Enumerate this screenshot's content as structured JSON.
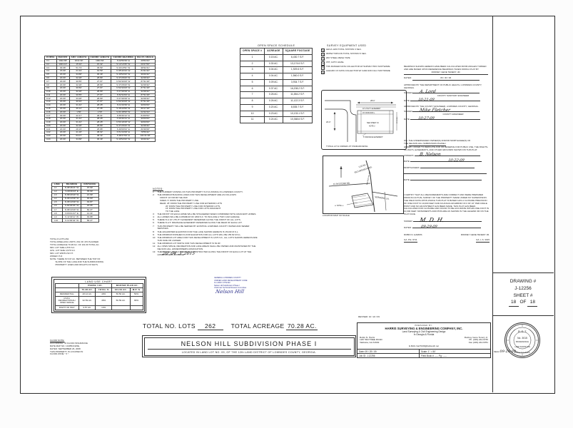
{
  "document": {
    "title": "NELSON HILL SUBDIVISION PHASE I",
    "subtitle": "LOCATED IN LAND LOT NO. 09, OF THE 12th LAND DISTRICT OF LOWNDES COUNTY, GEORGIA.",
    "total_lots_label": "TOTAL NO. LOTS",
    "total_lots_value": "262",
    "total_acreage_label": "TOTAL ACREAGE",
    "total_acreage_value": "70.28 AC."
  },
  "curve_table": {
    "headers": [
      "CURVE",
      "RADIUS",
      "ARC LENGTH",
      "CHORD LENGTH",
      "CHORD BEARING",
      "DELTA ANGLE"
    ],
    "rows": [
      [
        "C1",
        "1942.86'",
        "1014.30'",
        "1002.82'",
        "S 02'59'39\" E",
        "29'54'44\""
      ],
      [
        "C2",
        "1943.10'",
        "15.32'",
        "15.32'",
        "S 12'12'06\" W",
        "00'27'06\""
      ],
      [
        "C3",
        "30.08'",
        "51.73'",
        "45.59'",
        "S 34'13'51\" W",
        "98'32'41\""
      ],
      [
        "C4",
        "15.00'",
        "21.34'",
        "19.59'",
        "N 45'44'34\" W",
        "81'31'42\""
      ],
      [
        "C5",
        "20.00'",
        "34.68'",
        "30.49'",
        "S 40'52'00\" W",
        "99'20'42\""
      ],
      [
        "C6",
        "20.00'",
        "32.28'",
        "28.89'",
        "S 37'26'00\" W",
        "92'28'42\""
      ],
      [
        "C7",
        "20.00'",
        "30.55'",
        "27.67'",
        "N 52'34'00\" W",
        "87'31'18\""
      ],
      [
        "C8",
        "20.00'",
        "32.28'",
        "28.89'",
        "S 37'26'00\" W",
        "92'28'42\""
      ],
      [
        "C9",
        "20.00'",
        "30.50'",
        "27.67'",
        "N 52'34'00\" W",
        "87'31'18\""
      ],
      [
        "C10",
        "20.00'",
        "32.28'",
        "28.89'",
        "N 37'26'00\" E",
        "92'28'42\""
      ],
      [
        "C11",
        "20.00'",
        "30.55'",
        "27.67'",
        "S 52'34'00\" E",
        "87'31'18\""
      ],
      [
        "C12",
        "20.00'",
        "33.28'",
        "28.89'",
        "N 37'26'00\" E",
        "92'28'42\""
      ],
      [
        "C13",
        "20.00'",
        "30.93'",
        "27.67'",
        "N 52'34'00\" W",
        "87'31'18\""
      ],
      [
        "C14",
        "20.00'",
        "31.42'",
        "28.28'",
        "S 01'19'39\" E",
        "90'00'00\""
      ],
      [
        "C15",
        "20.00'",
        "30.12'",
        "27.35'",
        "S 36'44'59\" W",
        "86'17'18\""
      ],
      [
        "C16",
        "20.00'",
        "1.50'",
        "1.50'",
        "S 81'48'59\" W",
        "02'42'44\""
      ],
      [
        "C17",
        "30.00'",
        "42.47'",
        "38.01'",
        "S 55'46'12\" E",
        "81'06'53\""
      ],
      [
        "C18",
        "20.00'",
        "31.42'",
        "28.28'",
        "N 36'40'21\" E",
        "90'00'00\""
      ],
      [
        "C19",
        "20.00'",
        "31.42'",
        "28.28'",
        "N 54'19'39\" W",
        "90'00'00\""
      ],
      [
        "C20",
        "20.00'",
        "32.28'",
        "28.89'",
        "S 37'26'00\" W",
        "92'28'42\""
      ],
      [
        "C21",
        "20.00'",
        "28.15'",
        "25.88'",
        "S 48'08'00\" E",
        "80'38'08\""
      ],
      [
        "C22",
        "20.00'",
        "41.18'",
        "38.02'",
        "N 51'13'00\" E",
        "78'56'42\""
      ],
      [
        "C23",
        "20.00'",
        "53.07'",
        "48.42'",
        "S 38'47'00\" E",
        "101'21'18\""
      ],
      [
        "C24",
        "20.00'",
        "34.68'",
        "30.49'",
        "S 40'52'00\" W",
        "99'20'42\""
      ]
    ]
  },
  "line_table": {
    "headers": [
      "LINE",
      "BEARING",
      "DISTANCE"
    ],
    "rows": [
      [
        "L1",
        "N 08'46'21\" W",
        "15.99'"
      ],
      [
        "L2",
        "S 08'30'43\" E",
        "35.99'"
      ],
      [
        "L3",
        "N 89'29'40\" W",
        "21.99'"
      ],
      [
        "L4",
        "N 06'19'39\" W",
        "46.90'"
      ],
      [
        "L5",
        "N 06'19'39\" W",
        "49.87'"
      ],
      [
        "L6",
        "S 84'04'03\" W",
        "18.06'"
      ],
      [
        "L7",
        "N 06'19'40\" W",
        "60.27'"
      ],
      [
        "L8",
        "N 83'41'47\" E",
        "14.34'"
      ],
      [
        "L9",
        "S 11'34'11\" W",
        "49.88'"
      ],
      [
        "L10",
        "S 11'36'34\" W",
        "58.27'"
      ]
    ]
  },
  "stats": {
    "lines": [
      "TOTAL # LOTS 262",
      "TOTAL DWELLING UNITS: 261 OF 470 PLANNED",
      "TOTAL ACREAGE 70.28 AC. OF 101.09 TOTAL AC.",
      "MIN. LOT SIZE 4,576 S.F.",
      "AVG. LOT SIZE 4,576 S.F.",
      "MIN. LOT WIDTH 52 FT.",
      "ZONED: P-D",
      "NOTE: THERE IS 5.97 AC. BETWEEN THE TOP OF",
      "         SLOPE OF THE LAKE AND THE SURROUNDING",
      "         PROPERTY LINES AND RIGHTS OF WAYS."
    ]
  },
  "land_use": {
    "title": "LAND USE CHART",
    "group_headers": [
      "",
      "PHASE I AC.",
      "MASTER PLAN AC."
    ],
    "sub_headers": [
      "",
      "70.28 AC.",
      "TOTAL %",
      "101.09 AC.",
      "M.P. %"
    ],
    "rows": [
      [
        "RESIDENTIAL",
        "28.12 AC.",
        "40%",
        "50.50 AC.",
        "50%"
      ],
      [
        "CIVIC/\nRECREATIONAL/\nOPEN SPACE",
        "32.59 AC.",
        "46%",
        "50.59 AC.",
        "83%"
      ],
      [
        "RIGHT OF WAY",
        "9.57 AC.",
        "14%",
        "",
        ""
      ]
    ]
  },
  "open_space": {
    "title": "OPEN SPACE SCHEDULE",
    "headers": [
      "OPEN SPACE #",
      "ACREAGE",
      "SQUARE FOOTAGE"
    ],
    "rows": [
      [
        "1",
        "0.15 AC.",
        "6,430.7 S.F."
      ],
      [
        "2",
        "0.30 AC.",
        "13,174.6 S.F."
      ],
      [
        "3",
        "0.04 AC.",
        "1,929.6 S.F."
      ],
      [
        "4",
        "0.04 AC.",
        "1,560.0 S.F."
      ],
      [
        "5",
        "0.09 AC.",
        "3,934.7 S.F."
      ],
      [
        "6",
        "0.37 AC.",
        "16,208.2 S.F."
      ],
      [
        "7",
        "0.26 AC.",
        "11,384.2 S.F."
      ],
      [
        "8",
        "0.26 AC.",
        "11,122.3 S.F."
      ],
      [
        "9",
        "0.20 AC.",
        "8,535.7 S.F."
      ],
      [
        "10",
        "0.23 AC.",
        "10,133.1 S.F."
      ],
      [
        "11",
        "0.24 AC.",
        "10,368.6 S.F."
      ]
    ]
  },
  "survey_equipment": {
    "title": "SURVEY  EQUIPMENT  USED",
    "items": [
      "LEICA 1203 TOTAL STATION 3 SEC.",
      "3005W TOPCON TOTAL STATION 5 SEC.",
      "200' STEEL MESH TAPE",
      "C5T, AUTO LEVEL",
      "TDS RANGER DATA COLLECTOR W/ SURVEY PRO SOFTWARE",
      "ALEGRO CX DATA COLLECTOR W/ CARLSON CE 2 SOFTWARE"
    ],
    "checked": [
      true,
      true,
      true,
      true,
      true,
      true
    ]
  },
  "notes": {
    "heading": "NOTES:",
    "items": [
      "THE CURRENT ZONING ON THIS PROPERTY IS P-D ZONING IN LOWNDES COUNTY.",
      "THE MINIMUM BUILDING LINES FOR THIS DEVELOPMENT ARE AS FOLLOWS:",
      "THE FRONT OF EACH HOME WILL BE STAGGERED WHEN COMPARED WITH ADJACENT HOMES.",
      "ALL HOMES WILL BE A MINIMUM OF 1800 S.F. TO INCLUDE A TWO CAR GARAGE.",
      "THERE IS A 10' UTILITY EASEMENT RESERVED ALONG THE FRONT OF ALL LOTS.",
      "THERE IS A 5' DRAINAGE EASEMENT RESERVED ALONG THE REAR OF EACH LOT.",
      "THIS PROPERTY WILL BE SERVED BY EXISTING LOWNDES COUNTY WATER AND SEWER SERVICES.",
      "THE HIGHWATER ELEVATION FOR THE LAKE SHOWN HEREON IS 154.82 M.S.L.",
      "THE MINIMUM FINISHED FLOOR ELEVATION FOR ALL LOTS WILL BE 155.82 M.S.L.",
      "THE MINIMUM LOT AREA FOR THIS DEVELOPMENT IS 4,576 S.F., ALL LOTS SHOWN HEREON ARE THIS SIZE OR LARGER.",
      "THE MINIMUM LOT WIDTH FOR THIS DEVELOPMENT IS 52.00'.",
      "ALL OPEN SPACE, RECREATION AND LAKE AREAS SHALL BE OWNED AND MAINTAINED BY THE NELSON HILL HOMEOWNERS ASSOCIATION.",
      "THERE SHALL BE A 4' SIDEWALK CONSTRUCTED ALONG THE FRONT OF EACH LOT AT THE HOMEOWNERS EXPENSE."
    ],
    "note2_sub": [
      "FRONT:  16' FROM THE R/W",
      "SIDES:  5' FROM THE PROPERTY LINE",
      "REAR:   25' FROM THE PROPERTY LINE FOR EXTERIOR LOTS",
      "20' FROM THE PROPERTY LINE FOR INTERIOR LOTS",
      "15' FROM THE PROPERTY LINE FOR LOTS ADJACENT",
      "TO THE LAKE"
    ]
  },
  "bearings_note": {
    "text": "BEARINGS SHOWN HEREON HAVE BEEN CALCULATED FROM ANGLES TURNED AND ARE BASED UPON REFERENCE BEARINGS TAKEN FROM A PLAT BY",
    "ref_name": "RODNEY GENE TENERY, JR.",
    "dated_label": "DATED:",
    "dated_value": "06 / 30 / 06"
  },
  "approvals": [
    {
      "text": "APPROVED BY THE DEPARTMENT OF PUBLIC HEALTH, LOWNDES COUNTY, GEORGIA.",
      "signed_label": "SIGNED:",
      "signature": "A. Lord",
      "role": "COUNTY SANITARY ENGINEER",
      "date_label": "DATE:",
      "date_value": "10-21-09"
    },
    {
      "text": "APPROVED BY THE COUNTY ENGINEER, LOWNDES COUNTY, GEORGIA.",
      "signed_label": "SIGNED:",
      "signature": "Mike Fletcher",
      "role": "COUNTY ENGINEER",
      "date_label": "DATE:",
      "date_value": "10-27-09"
    }
  ],
  "dedication": {
    "line1": "WE, THE UNDERSIGNED OWNER(S) AND/OR MORTGAGEE(S) OF",
    "the": "THE",
    "subdivision": "NELSON HILL SUBDIVISION PHASE I",
    "line2": "HEREBY OFFER TO DEDICATE AND OR RESERVE FOR PUBLIC USE, THE RIGHTS-OF-WAYS, EASEMENTS, AND OTHER GROUNDS SHOWN ON THIS PLAT.",
    "owners_label": "OWNERS:",
    "owners_signature": "B. Nelson",
    "date_label": "DATE:",
    "date_value": "10-22-09",
    "mortgagees_label": "MORTGAGEES:",
    "date2_label": "DATE:"
  },
  "certification": {
    "text": "I CERTIFY THAT ALL MEASUREMENTS ARE CORRECT AND WERE PREPARED FROM AN ACTUAL SURVEY OF THE PROPERTY MADE UNDER MY SUPERVISION. THE FIELD DATA UPON WHICH THIS PLAT IS BASED HAS A CLOSURE PRECISION OF ONE FOOT IN 10,000 FEET AND AN ANGULAR ERROR OF 0 00' 10\" PER ANGLE POINT AND NO ADJUSTMENT HAS BEEN MADE. THIS PLAT HAS BEEN CALCULATED FOR CLOSURE AND FOUND TO BE ACCURATE WITHIN ONE FOOT IN 10,000 FEET. MONUMENTS AND PINS ARE AS SHOWN IN THE LEGEND OR ON THE PLAT FACE.",
    "signed_label": "SIGNED:",
    "signature": "M. D. H.",
    "dated_label": "DATED:",
    "dated_value": "09-29-09",
    "name_left": "ROBIN N. HARRIS",
    "name_right": "RODNEY GENE TENERY JR.",
    "lic_left": "GA. P.E.  9711",
    "lic_right": "GA. L.S.  3015"
  },
  "county_block": {
    "lines": [
      "GENERAL LOWNDES COUNTY",
      "UNIFIED LAND DEVELOPMENT CODE",
      "9-1-2009 / 2752102",
      "Nelson Hill Subdivision Phase I",
      "Chairman Technical Review Committee"
    ]
  },
  "typical_detail": {
    "caption": "TYPICAL LOT & CORNER LOT STANDARD DETAIL",
    "dim_top": "28.0'",
    "dim_left": "20.0'",
    "label_easement": "10' UTILITY EASEMENT",
    "label_front": "16' FROM M.B.L.",
    "label_sheet": "SEE SHEET 19",
    "label_note": "NOTE 2",
    "label_drain": "5' DRAINAGE EASEMENT",
    "label_side": "25' M.B.L."
  },
  "location_map": {
    "caption": "LOCATION MAP: NO SCALE",
    "site_label": "SITE",
    "roads": [
      "LUCAS - RICHARDSON RD.",
      "CLAYSTONE RD.",
      "SERMONS LN.",
      "NELSON HILL RD."
    ]
  },
  "flood_note": {
    "heading": "FLOOD NOTE:",
    "lines": [
      "ACCORDING TO FLOOD INSURANCE",
      "RATE MAP NO. 13185C0115E,",
      "DATED: SEPTEMBER 26, 2008",
      "THIS PROPERTY IS LOCATED IN",
      "FLOOD ZONE \" X \"."
    ]
  },
  "title_block": {
    "prepared_by_label": "PREPARED BY:",
    "company": "HARRIS SURVEYING & ENGINEERING COMPANY, INC.",
    "tagline1": "Land Surveying & Civil Engineering Design",
    "tagline2": "In Georgia & Florida",
    "contact_left_name": "Robin N. Harris",
    "contact_left_addr1": "1207 BAYTREE ROAD",
    "contact_left_addr2": "Valdosta, GA 31602",
    "contact_right_name": "Rodney Gene Tenery Jr.",
    "phone": "Ph. (229) 244-9735",
    "fax": "Fax (229) 244-9781",
    "email": "E.MAIL  harri5136@bellsouth.net",
    "date_label": "Date:",
    "date_value": "09 / 29 / 09",
    "job_label": "Job ID:",
    "job_value": "J-12256",
    "scale_label": "Scale:",
    "scale_value": "1\" = 50'",
    "fieldbook_label": "Field Book #",
    "fieldbook_value": "-----",
    "page_label": "Pg:",
    "page_value": "-----",
    "seal_label": "SEAL",
    "seal_value": "09-29-09",
    "revised_label": "REVISED:",
    "revised_value": "10 / 22 / 09"
  },
  "drawing_block": {
    "drawing_label": "DRAWING #",
    "drawing_value": "J-12256",
    "sheet_label": "SHEET #",
    "sheet_prefix": "18",
    "of_label": "OF",
    "sheet_total": "18"
  },
  "seal_stamp": {
    "top": "R. G. T.",
    "no_label": "No. 3015",
    "prof": "PROFESSIONAL",
    "bottom": "LAND SURVEYOR",
    "name": "Rodney Gene Tenery"
  },
  "misc": {
    "signature_scrawl_1": "20' 04' 3' 2015",
    "signature_scrawl_2": "signature"
  }
}
